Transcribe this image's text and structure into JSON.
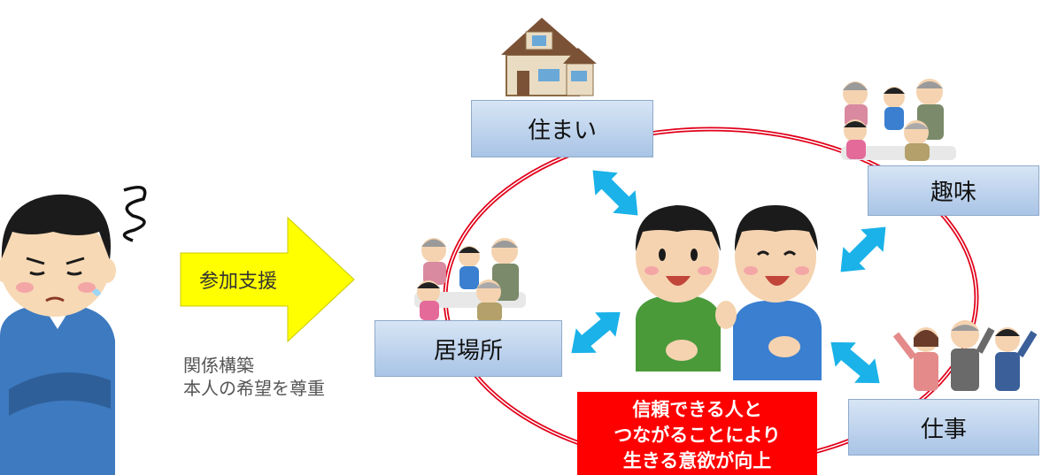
{
  "arrow": {
    "label": "参加支援",
    "fill": "#ffff00"
  },
  "note": {
    "line1": "関係構築",
    "line2": "本人の希望を尊重"
  },
  "boxes": {
    "sumai": "住まい",
    "shumi": "趣味",
    "ibasho": "居場所",
    "shigoto": "仕事"
  },
  "callout": {
    "line1": "信頼できる人と",
    "line2": "つながることにより",
    "line3": "生きる意欲が向上"
  },
  "colors": {
    "ring": "#e0001a",
    "double_arrow": "#1ab2e8",
    "callout_bg": "#ff0000",
    "box_top": "#d7e5f5",
    "box_bottom": "#a9c4e6"
  },
  "icons": [
    "worried-man-icon",
    "house-icon",
    "family-group-icon",
    "cheering-workers-icon",
    "talking-men-icon"
  ]
}
